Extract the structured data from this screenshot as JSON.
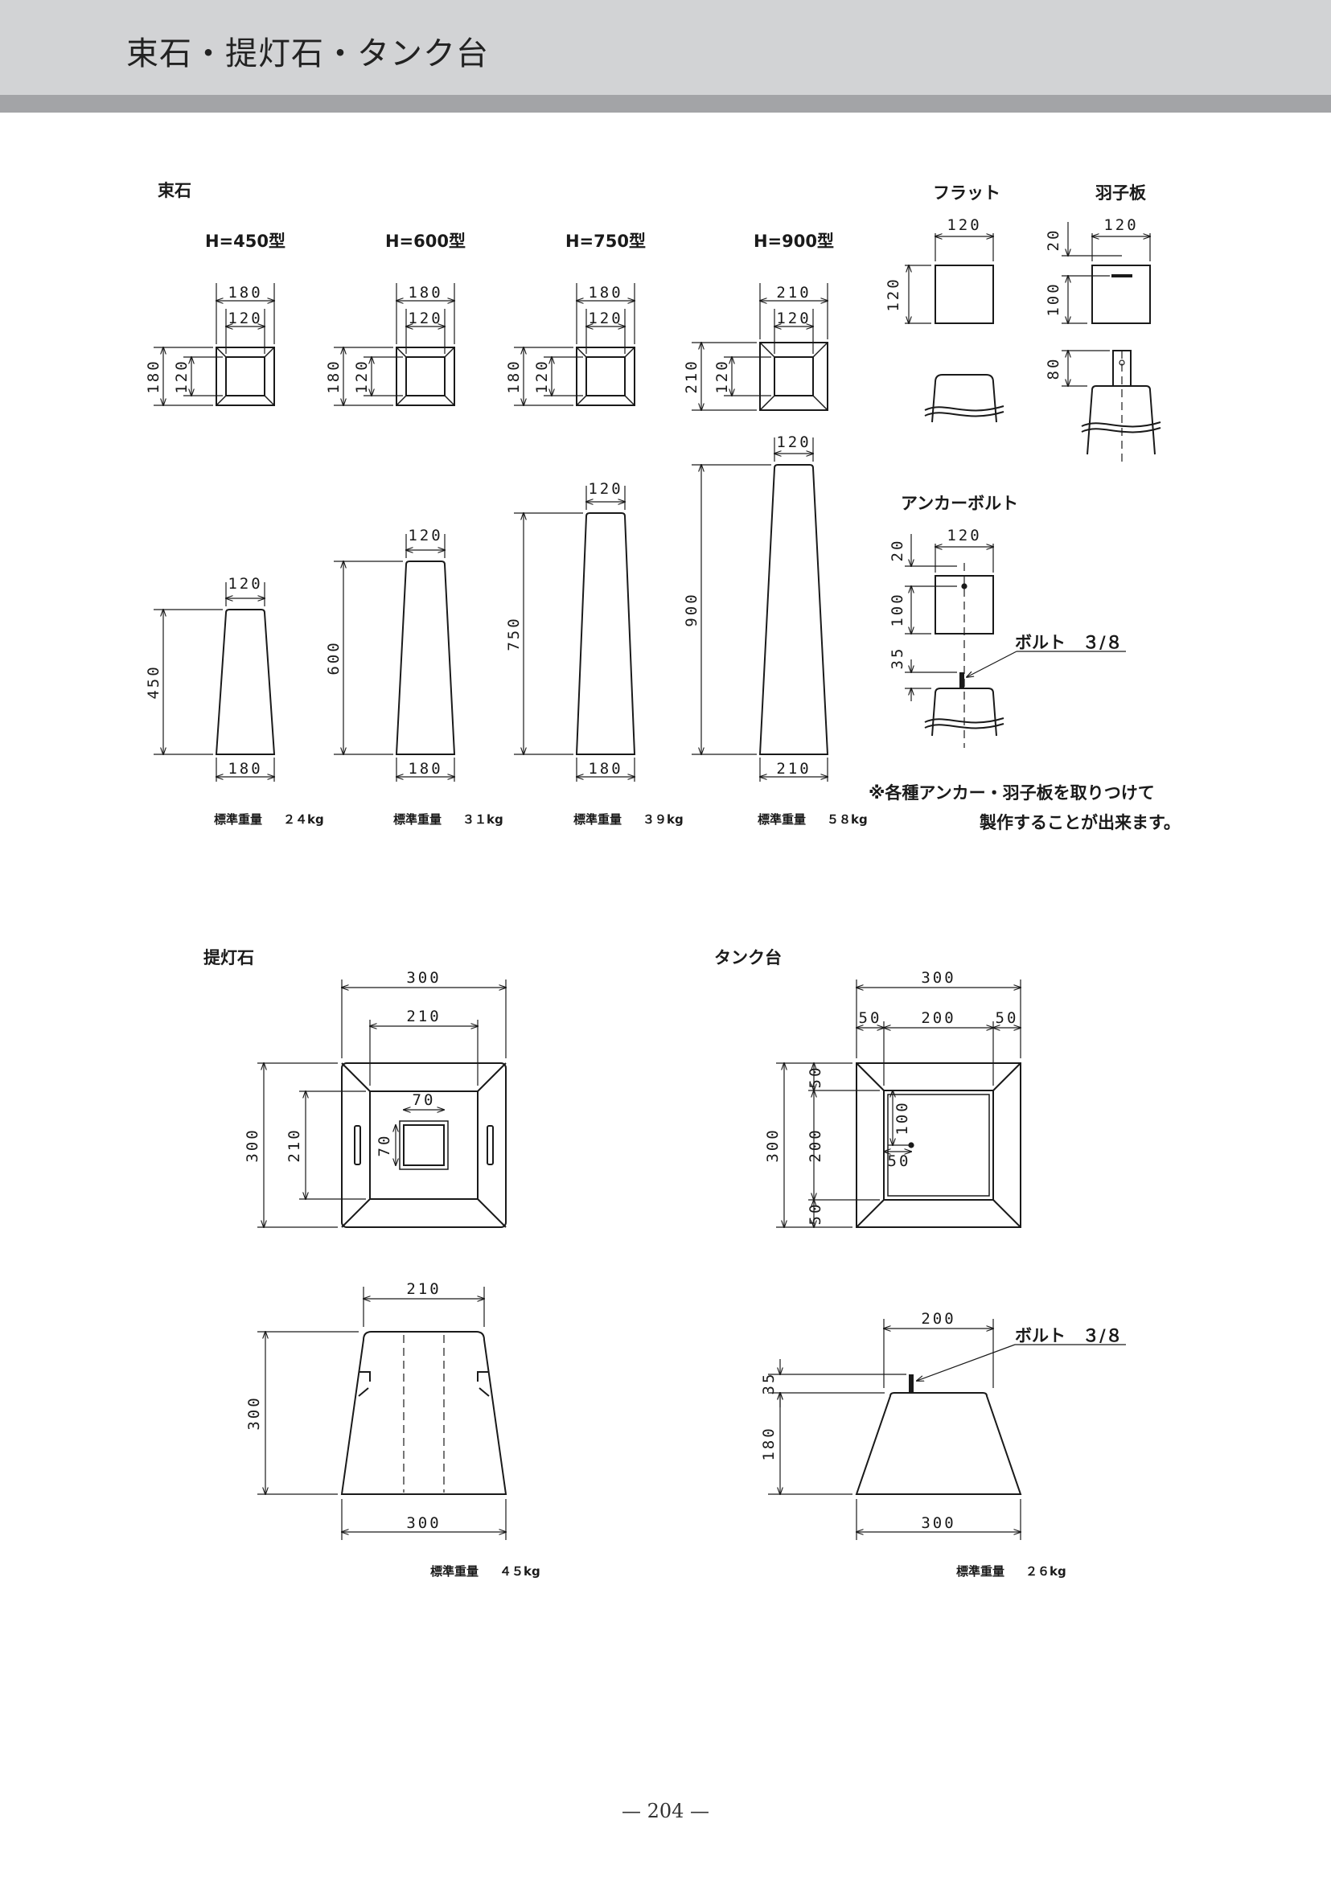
{
  "page": {
    "title": "束石・提灯石・タンク台",
    "page_number": "— 204 —"
  },
  "tsukaishi": {
    "title": "束石",
    "models": [
      {
        "type_label": "H=450型",
        "top_outer": "180",
        "top_inner": "120",
        "side_outer": "180",
        "side_inner": "120",
        "top_width": "120",
        "height": "450",
        "bottom_width": "180",
        "weight_label": "標準重量",
        "weight_value": "２４kg"
      },
      {
        "type_label": "H=600型",
        "top_outer": "180",
        "top_inner": "120",
        "side_outer": "180",
        "side_inner": "120",
        "top_width": "120",
        "height": "600",
        "bottom_width": "180",
        "weight_label": "標準重量",
        "weight_value": "３１kg"
      },
      {
        "type_label": "H=750型",
        "top_outer": "180",
        "top_inner": "120",
        "side_outer": "180",
        "side_inner": "120",
        "top_width": "120",
        "height": "750",
        "bottom_width": "180",
        "weight_label": "標準重量",
        "weight_value": "３９kg"
      },
      {
        "type_label": "H=900型",
        "top_outer": "210",
        "top_inner": "120",
        "side_outer": "210",
        "side_inner": "120",
        "top_width": "120",
        "height": "900",
        "bottom_width": "210",
        "weight_label": "標準重量",
        "weight_value": "５８kg"
      }
    ]
  },
  "tops": {
    "flat": {
      "title": "フラット",
      "width": "120",
      "height": "120"
    },
    "haneita": {
      "title": "羽子板",
      "width": "120",
      "dim_a": "20",
      "dim_b": "100",
      "dim_c": "80"
    },
    "anchor": {
      "title": "アンカーボルト",
      "width": "120",
      "dim_a": "20",
      "dim_b": "100",
      "dim_c": "35",
      "bolt_label": "ボルト　３/８"
    },
    "note_line1": "※各種アンカー・羽子板を取りつけて",
    "note_line2": "製作することが出来ます。"
  },
  "chochin": {
    "title": "提灯石",
    "plan_outer": "300",
    "plan_mid": "210",
    "plan_inner_w": "70",
    "plan_inner_h": "70",
    "plan_side_outer": "300",
    "plan_side_mid": "210",
    "elev_top": "210",
    "elev_height": "300",
    "elev_bottom": "300",
    "weight_label": "標準重量",
    "weight_value": "４５kg"
  },
  "tank": {
    "title": "タンク台",
    "plan_outer": "300",
    "plan_left": "50",
    "plan_mid": "200",
    "plan_right": "50",
    "plan_side_outer": "300",
    "plan_side_top": "50",
    "plan_side_mid": "200",
    "plan_side_bottom": "50",
    "plan_bolt_offset": "100",
    "plan_bolt_side": "50",
    "elev_top": "200",
    "elev_bolt": "35",
    "elev_height": "180",
    "elev_bottom": "300",
    "bolt_label": "ボルト　３/８",
    "weight_label": "標準重量",
    "weight_value": "２６kg"
  }
}
